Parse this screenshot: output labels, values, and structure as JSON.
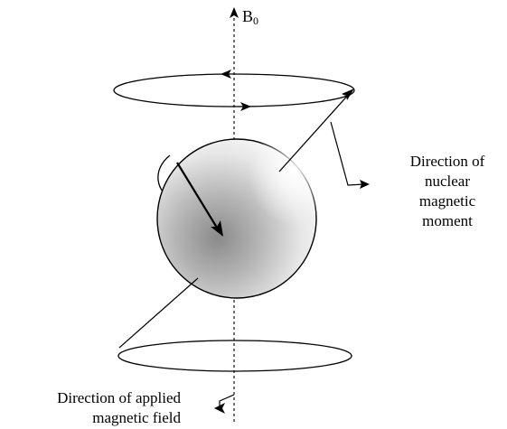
{
  "field_symbol": "B",
  "field_subscript": "0",
  "moment_label_lines": [
    "Direction of",
    "nuclear",
    "magnetic",
    "moment"
  ],
  "field_label_lines": [
    "Direction of  applied",
    "magnetic field"
  ]
}
